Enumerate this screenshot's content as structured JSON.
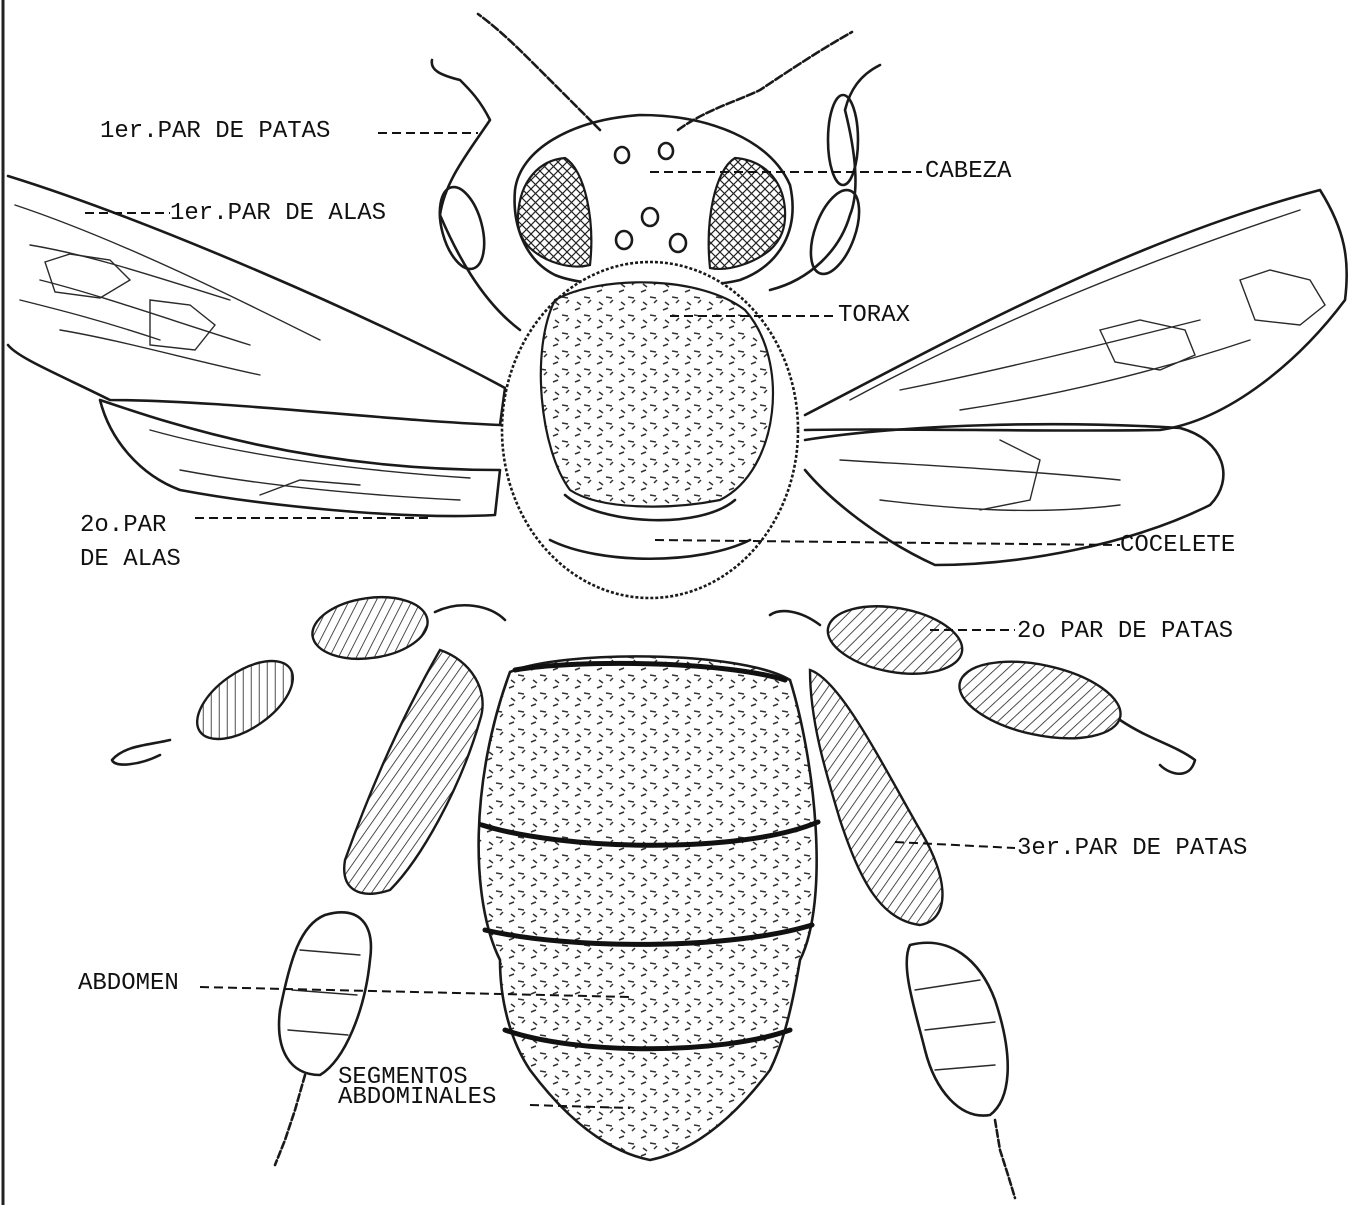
{
  "labels": {
    "first_legs": "1er.PAR DE PATAS",
    "first_wings": "1er.PAR DE ALAS",
    "second_wings_line1": "2o.PAR",
    "second_wings_line2": "DE ALAS",
    "head": "CABEZA",
    "thorax": "TORAX",
    "waist": "COCELETE",
    "second_legs": "2o PAR DE PATAS",
    "third_legs": "3er.PAR DE PATAS",
    "abdomen": "ABDOMEN",
    "segments_line1": "SEGMENTOS",
    "segments_line2": "ABDOMINALES"
  },
  "colors": {
    "ink": "#1a1a1a",
    "paper": "#ffffff"
  }
}
